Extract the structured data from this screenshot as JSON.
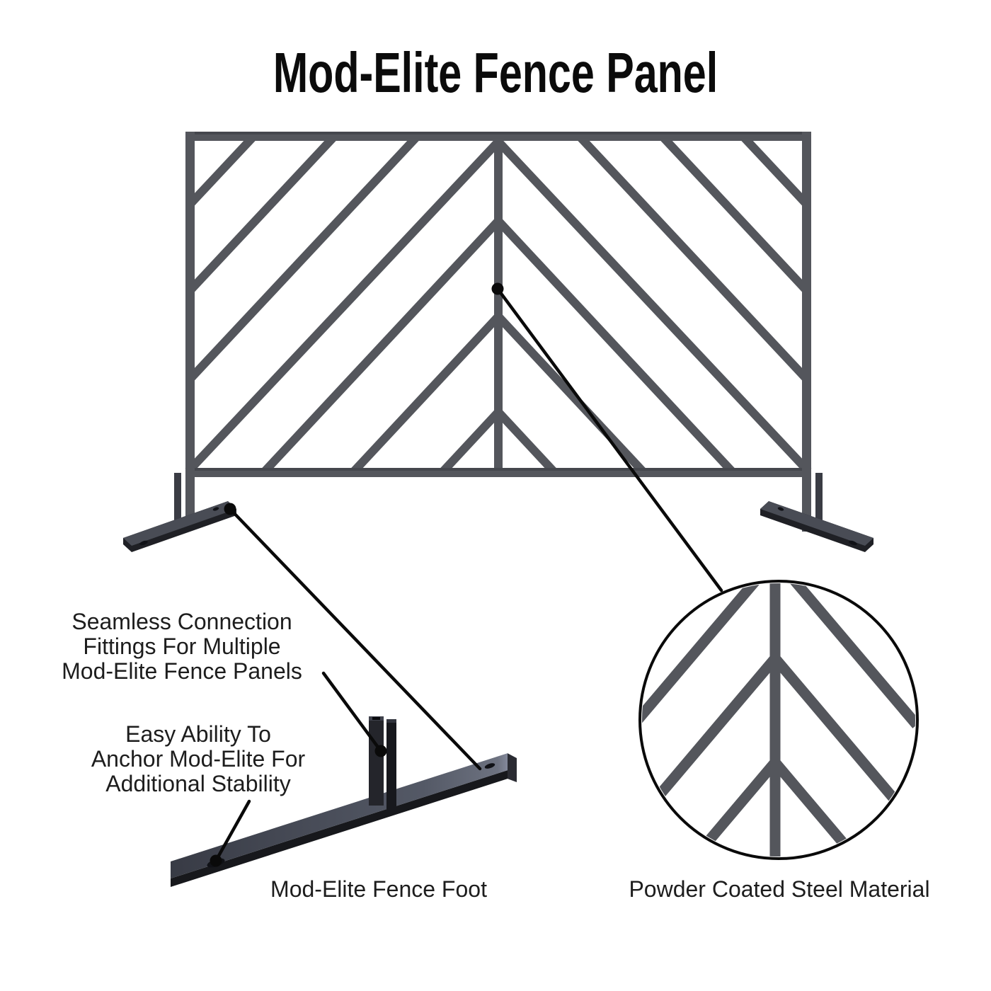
{
  "title": "Mod-Elite Fence Panel",
  "annotations": {
    "connection_fittings": "Seamless Connection\nFittings For Multiple\nMod-Elite Fence Panels",
    "anchor_ability": "Easy Ability To\nAnchor Mod-Elite For\nAdditional Stability"
  },
  "labels": {
    "fence_foot": "Mod-Elite Fence Foot",
    "material": "Powder Coated Steel Material"
  },
  "colors": {
    "background": "#ffffff",
    "steel": "#54565c",
    "steel-edge": "#45474d",
    "foot-top": "#494c55",
    "foot-front": "#1f2025",
    "stub": "#3a3c44",
    "detail-front": "#17181c",
    "tube": "#24252b",
    "tube-dark": "#17181d",
    "hole": "#101116",
    "callout": "#0a0a0a",
    "text": "#1d1d1d",
    "title-color": "#0b0b0b"
  }
}
